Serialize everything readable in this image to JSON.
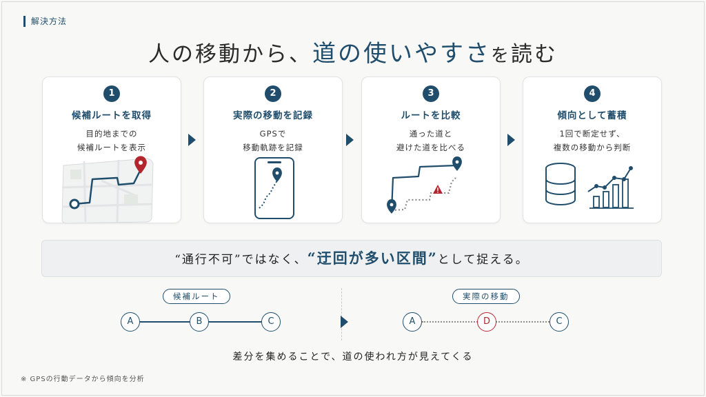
{
  "section_label": "解決方法",
  "headline": {
    "pre": "人の移動から、",
    "highlight": "道の使いやすさ",
    "particle": "を",
    "post": "読む"
  },
  "steps": [
    {
      "number": "1",
      "title": "候補ルートを取得",
      "desc": [
        "目的地までの",
        "候補ルートを表示"
      ]
    },
    {
      "number": "2",
      "title": "実際の移動を記録",
      "desc": [
        "GPSで",
        "移動軌跡を記録"
      ]
    },
    {
      "number": "3",
      "title": "ルートを比較",
      "desc": [
        "通った道と",
        "避けた道を比べる"
      ]
    },
    {
      "number": "4",
      "title": "傾向として蓄積",
      "desc": [
        "1回で断定せず、",
        "複数の移動から判断"
      ]
    }
  ],
  "banner": {
    "pre": "“通行不可”ではなく、",
    "highlight": "“迂回が多い区間”",
    "post": "として捉える。"
  },
  "compare": {
    "left_label": "候補ルート",
    "left_nodes": [
      "A",
      "B",
      "C"
    ],
    "right_label": "実際の移動",
    "right_nodes": [
      "A",
      "D",
      "C"
    ]
  },
  "conclusion": "差分を集めることで、道の使われ方が見えてくる",
  "footnote": "※ GPSの行動データから傾向を分析",
  "colors": {
    "primary": "#1f4d6b",
    "alert": "#b3262d",
    "map_bg": "#f1f2f2"
  },
  "icons": [
    "map-route-icon",
    "phone-gps-icon",
    "route-compare-icon",
    "database-chart-icon"
  ]
}
